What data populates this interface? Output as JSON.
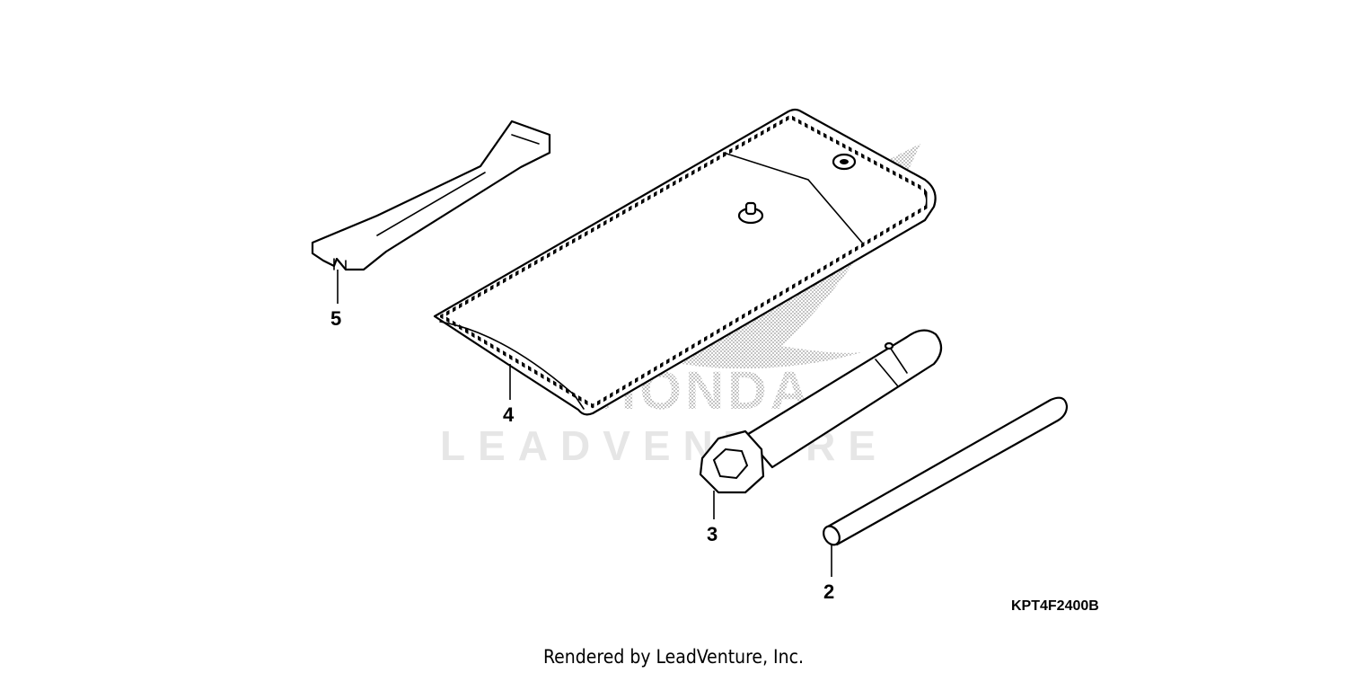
{
  "parts": [
    {
      "ref": "2",
      "item": "rod"
    },
    {
      "ref": "3",
      "item": "box-wrench"
    },
    {
      "ref": "4",
      "item": "tool-bag"
    },
    {
      "ref": "5",
      "item": "spoke-wrench"
    }
  ],
  "diagram_code": "KPT4F2400B",
  "watermark": {
    "brand": "HONDA",
    "company": "LEADVENTURE"
  },
  "footer": "Rendered by LeadVenture, Inc.",
  "colors": {
    "line": "#000000",
    "watermark_text": "#e6e6e6",
    "watermark_dots": "#9a9a9a",
    "background": "#ffffff"
  }
}
